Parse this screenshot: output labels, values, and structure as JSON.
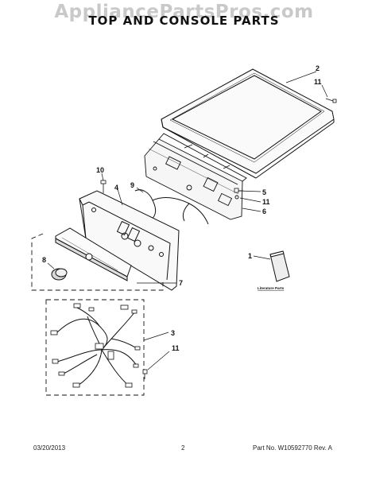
{
  "watermark": "AppliancePartsPros.com",
  "title": "TOP AND CONSOLE PARTS",
  "callouts": {
    "c1": "1",
    "c2": "2",
    "c3": "3",
    "c4": "4",
    "c5": "5",
    "c6": "6",
    "c7": "7",
    "c8": "8",
    "c9": "9",
    "c10": "10",
    "c11a": "11",
    "c11b": "11",
    "c11c": "11"
  },
  "literature_label": "Literature Parts",
  "footer": {
    "date": "03/20/2013",
    "page": "2",
    "part": "Part No. W10592770  Rev. A"
  }
}
